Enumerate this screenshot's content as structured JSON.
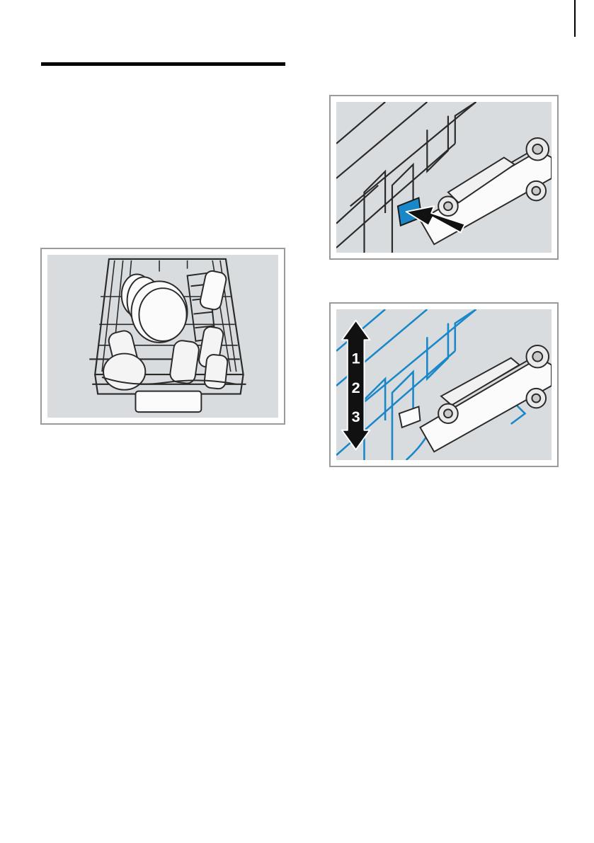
{
  "figures": {
    "basket": {
      "icon": "dish-basket-illustration"
    },
    "lever": {
      "icon": "rack-release-lever-illustration",
      "accent": "#1a88c8"
    },
    "height": {
      "icon": "rack-height-adjust-illustration",
      "accent": "#1a88c8",
      "levels": [
        "1",
        "2",
        "3"
      ]
    }
  }
}
